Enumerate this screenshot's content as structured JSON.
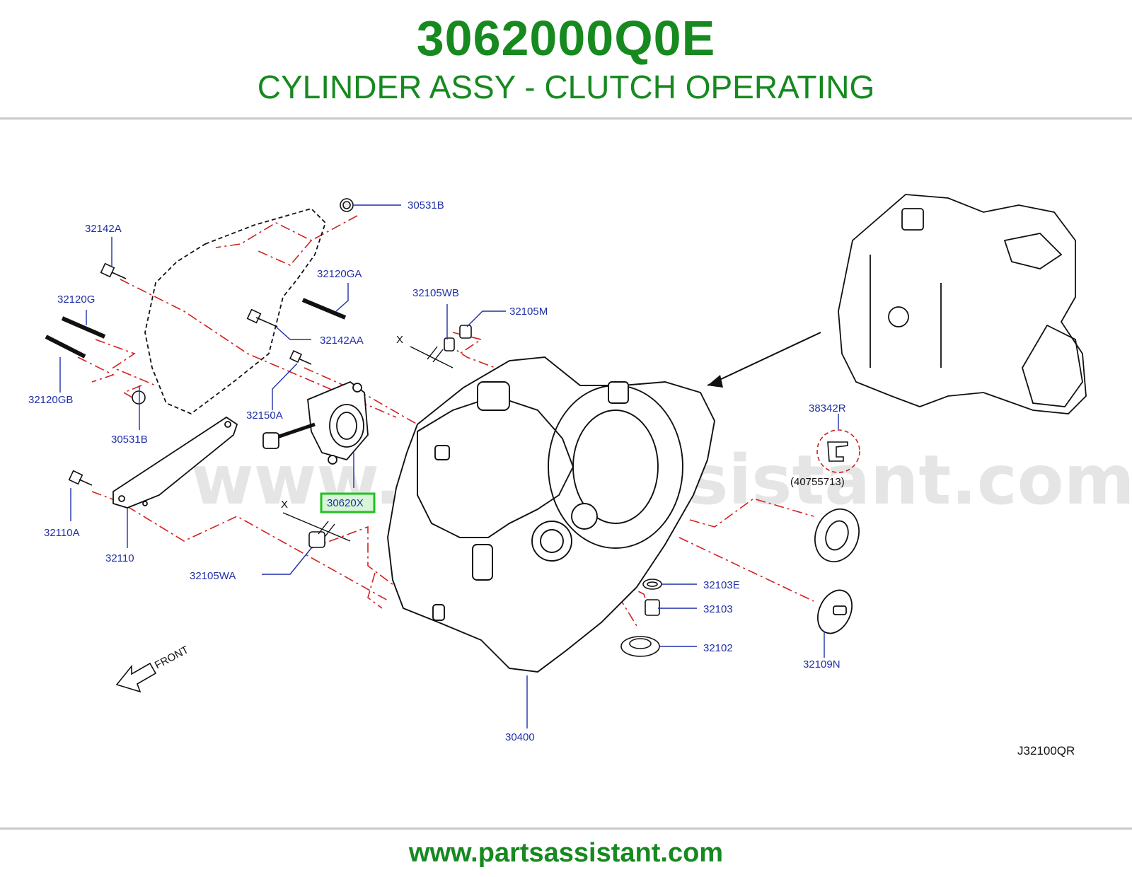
{
  "header": {
    "part_number": "3062000Q0E",
    "part_name": "CYLINDER ASSY - CLUTCH OPERATING"
  },
  "diagram": {
    "watermark": "www.partsassistant.com",
    "labels": {
      "l_30531B_top": "30531B",
      "l_32142A": "32142A",
      "l_32120GA": "32120GA",
      "l_32120G": "32120G",
      "l_32142AA": "32142AA",
      "l_32105WB": "32105WB",
      "l_32105M": "32105M",
      "l_32120GB": "32120GB",
      "l_32150A": "32150A",
      "l_30531B_bottom": "30531B",
      "l_30620X": "30620X",
      "l_32110A": "32110A",
      "l_32110": "32110",
      "l_32105WA": "32105WA",
      "l_38342R": "38342R",
      "l_40755713": "(40755713)",
      "l_32103E": "32103E",
      "l_32103": "32103",
      "l_32102": "32102",
      "l_32109N": "32109N",
      "l_30400": "30400",
      "x_top": "X",
      "x_bottom": "X",
      "front": "FRONT",
      "diagram_code": "J32100QR"
    },
    "highlighted_part": "30620X",
    "colors": {
      "label": "#1f2fa8",
      "highlight": "#22c022",
      "leader": "#d42020",
      "brand": "#16891f"
    }
  },
  "footer": {
    "url": "www.partsassistant.com"
  }
}
